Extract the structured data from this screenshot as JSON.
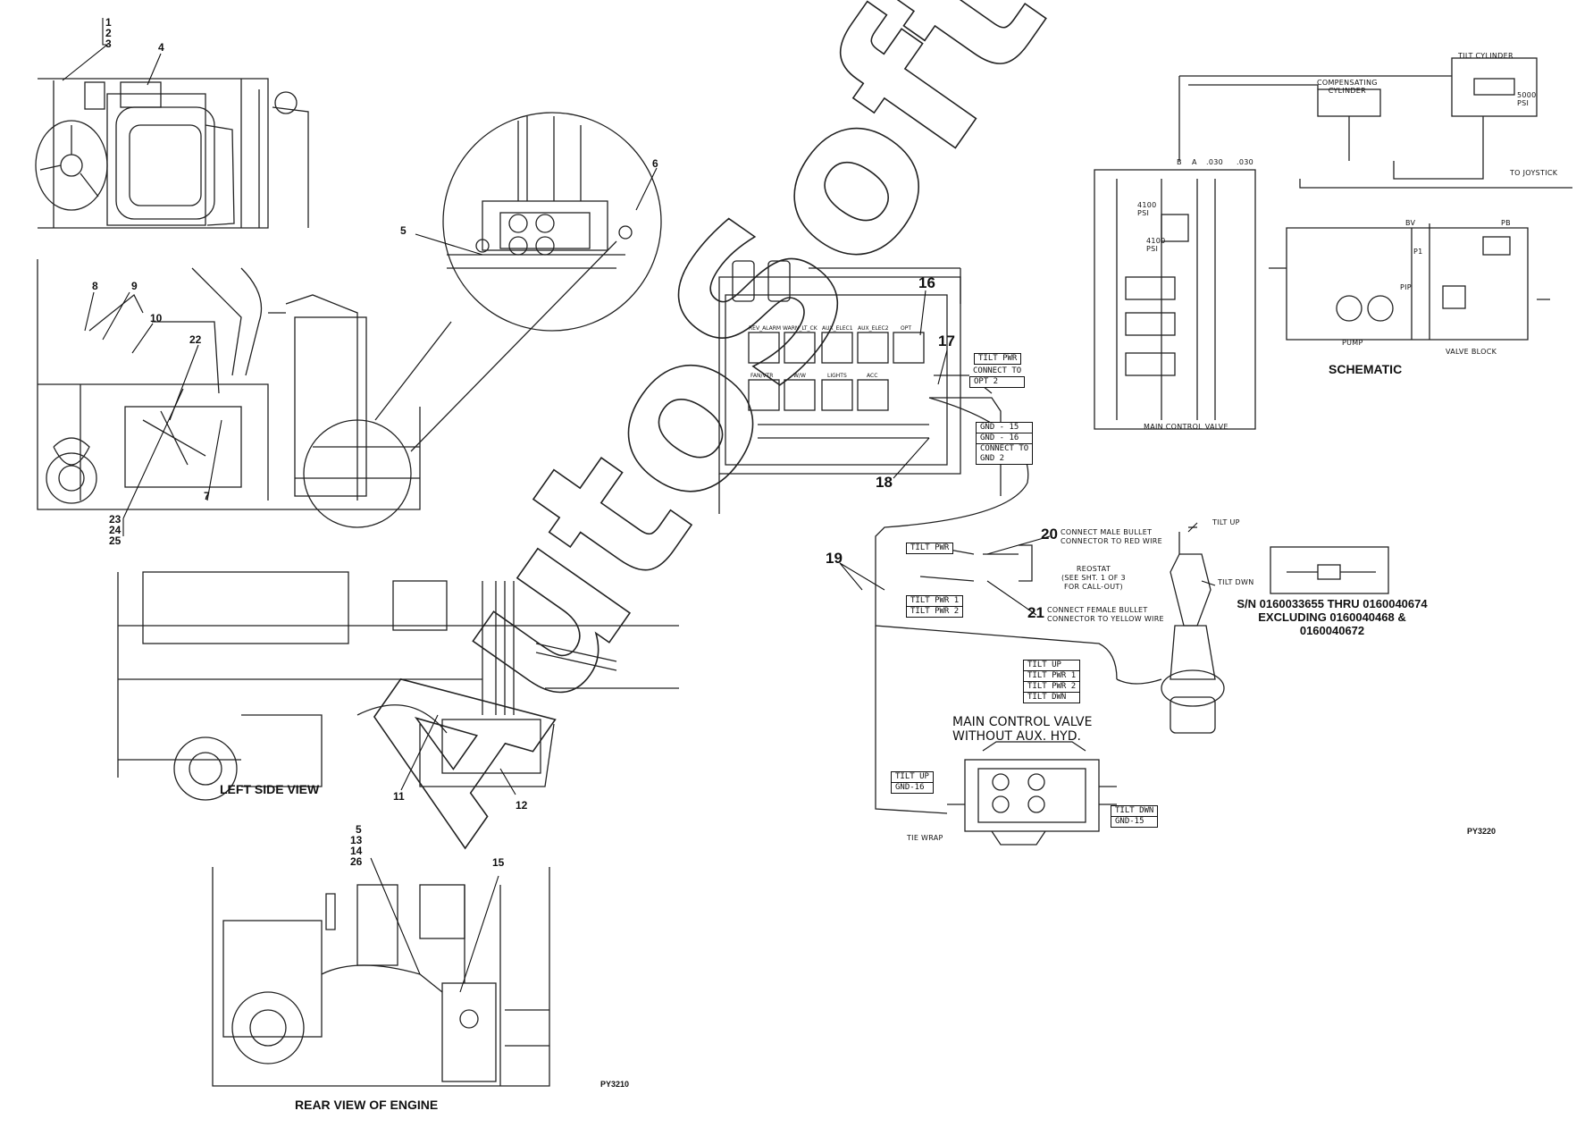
{
  "captions": {
    "left_side_view": "LEFT SIDE VIEW",
    "rear_view_of_engine": "REAR VIEW OF ENGINE",
    "schematic": "SCHEMATIC",
    "main_control_valve_title_1": "MAIN CONTROL VALVE",
    "main_control_valve_title_2": "WITHOUT AUX. HYD."
  },
  "drawing_codes": {
    "left": "PY3210",
    "right": "PY3220"
  },
  "callouts": {
    "stack_1": [
      "1",
      "2",
      "3"
    ],
    "n4": "4",
    "n5": "5",
    "n6": "6",
    "n7": "7",
    "n8": "8",
    "n9": "9",
    "n10": "10",
    "n11": "11",
    "n12": "12",
    "n15": "15",
    "n22": "22",
    "stack_23": [
      "23",
      "24",
      "25"
    ],
    "stack_5": [
      "5",
      "13",
      "14",
      "26"
    ],
    "n16": "16",
    "n17": "17",
    "n18": "18",
    "n19": "19",
    "n20": "20",
    "n21": "21"
  },
  "relay_panel": {
    "row1": [
      "REV_ALARM",
      "WARN_LT_CK",
      "AUX_ELEC1",
      "AUX_ELEC2",
      "OPT"
    ],
    "row2": [
      "FAN/VTR",
      "W/W",
      "LIGHTS",
      "ACC"
    ]
  },
  "wire_tables": {
    "tilt_pwr_top": [
      "TILT PWR"
    ],
    "connect_opt2": [
      "CONNECT TO",
      "OPT 2"
    ],
    "gnd_block": [
      "GND - 15",
      "GND - 16",
      "CONNECT TO",
      "GND 2"
    ],
    "tilt_pwr_mid": [
      "TILT PWR"
    ],
    "tilt_pwr_12": [
      "TILT PWR 1",
      "TILT PWR 2"
    ],
    "joystick_wires": [
      "TILT UP",
      "TILT PWR 1",
      "TILT PWR 2",
      "TILT DWN"
    ],
    "tilt_up_gnd16": [
      "TILT UP",
      "GND-16"
    ],
    "tilt_dwn_gnd15": [
      "TILT DWN",
      "GND-15"
    ]
  },
  "notes": {
    "male_bullet": [
      "CONNECT MALE BULLET",
      "CONNECTOR TO RED WIRE"
    ],
    "female_bullet": [
      "CONNECT FEMALE BULLET",
      "CONNECTOR TO YELLOW WIRE"
    ],
    "reostat": [
      "REOSTAT",
      "(SEE SHT. 1 OF 3",
      "FOR CALL-OUT)"
    ],
    "tilt_up": "TILT UP",
    "tilt_dwn": "TILT DWN",
    "tie_wrap": "TIE WRAP",
    "serial": [
      "S/N 0160033655 THRU 0160040674",
      "EXCLUDING 0160040468 &",
      "0160040672"
    ]
  },
  "schematic_labels": {
    "tilt_cylinder": "TILT CYLINDER",
    "psi_5000": [
      "5000",
      "PSI"
    ],
    "compensating_cylinder": [
      "COMPENSATING",
      "CYLINDER"
    ],
    "to_joystick": "TO JOYSTICK",
    "port_b": "B",
    "port_a": "A",
    "orifice_030a": ".030",
    "orifice_030b": ".030",
    "psi_4100a": [
      "4100",
      "PSI"
    ],
    "psi_4100b": [
      "4100",
      "PSI"
    ],
    "main_control_valve": "MAIN CONTROL VALVE",
    "pump": "PUMP",
    "valve_block": "VALVE BLOCK",
    "bv": "BV",
    "pb": "PB",
    "pip": "PIP",
    "p1": "P1"
  },
  "watermark": "AutoSoft"
}
